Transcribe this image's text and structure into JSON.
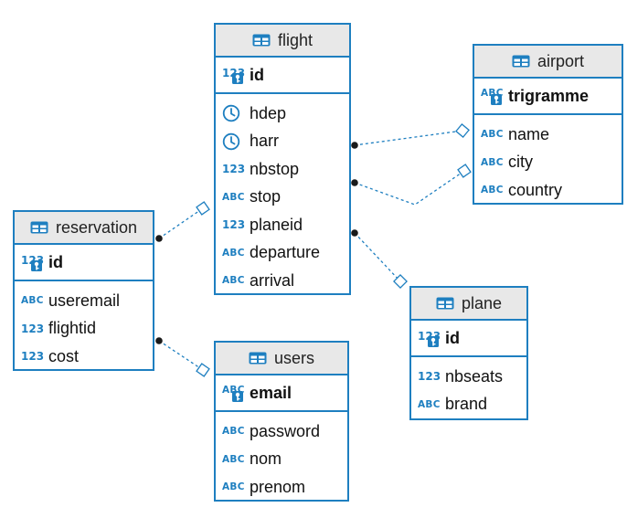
{
  "entities": {
    "flight": {
      "name": "flight",
      "pk": {
        "name": "id",
        "type": "123"
      },
      "attrs": [
        {
          "name": "hdep",
          "type": "clock"
        },
        {
          "name": "harr",
          "type": "clock"
        },
        {
          "name": "nbstop",
          "type": "123"
        },
        {
          "name": "stop",
          "type": "ABC"
        },
        {
          "name": "planeid",
          "type": "123"
        },
        {
          "name": "departure",
          "type": "ABC"
        },
        {
          "name": "arrival",
          "type": "ABC"
        }
      ]
    },
    "airport": {
      "name": "airport",
      "pk": {
        "name": "trigramme",
        "type": "ABC"
      },
      "attrs": [
        {
          "name": "name",
          "type": "ABC"
        },
        {
          "name": "city",
          "type": "ABC"
        },
        {
          "name": "country",
          "type": "ABC"
        }
      ]
    },
    "reservation": {
      "name": "reservation",
      "pk": {
        "name": "id",
        "type": "123"
      },
      "attrs": [
        {
          "name": "useremail",
          "type": "ABC"
        },
        {
          "name": "flightid",
          "type": "123"
        },
        {
          "name": "cost",
          "type": "123"
        }
      ]
    },
    "plane": {
      "name": "plane",
      "pk": {
        "name": "id",
        "type": "123"
      },
      "attrs": [
        {
          "name": "nbseats",
          "type": "123"
        },
        {
          "name": "brand",
          "type": "ABC"
        }
      ]
    },
    "users": {
      "name": "users",
      "pk": {
        "name": "email",
        "type": "ABC"
      },
      "attrs": [
        {
          "name": "password",
          "type": "ABC"
        },
        {
          "name": "nom",
          "type": "ABC"
        },
        {
          "name": "prenom",
          "type": "ABC"
        }
      ]
    }
  },
  "relationships": [
    {
      "from": "flight",
      "to": "airport"
    },
    {
      "from": "flight",
      "to": "airport"
    },
    {
      "from": "reservation",
      "to": "flight"
    },
    {
      "from": "flight",
      "to": "plane"
    },
    {
      "from": "reservation",
      "to": "users"
    }
  ],
  "colors": {
    "accent": "#1e7fc0",
    "header_bg": "#e8e8e8"
  }
}
